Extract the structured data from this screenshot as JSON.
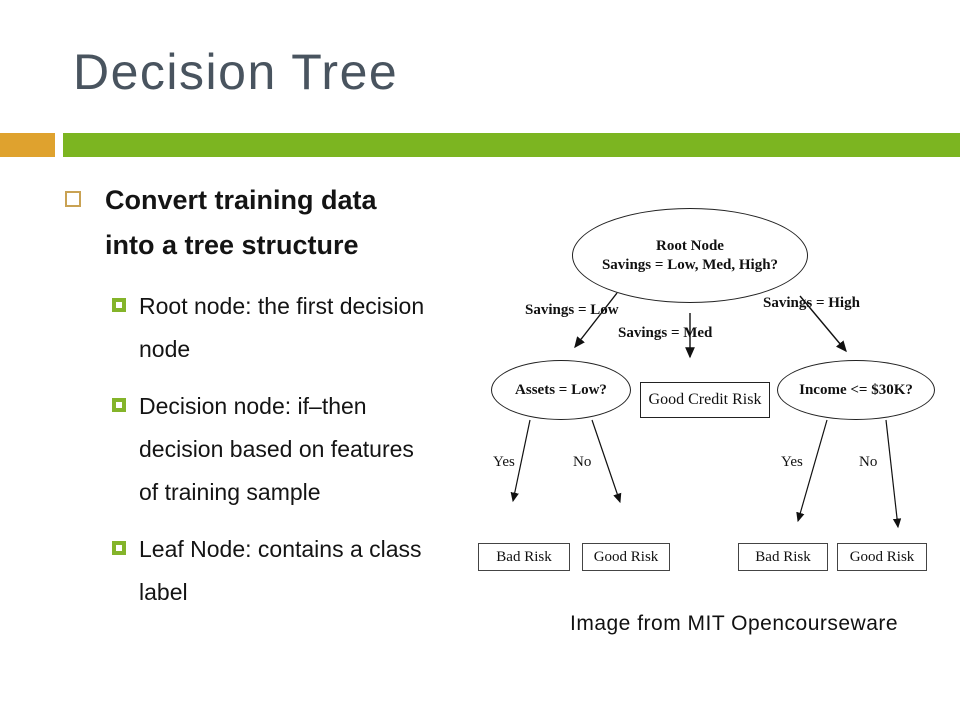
{
  "slide": {
    "title": "Decision Tree",
    "caption": "Image from MIT Opencourseware",
    "colors": {
      "title_text": "#49545F",
      "accent_orange": "#DFA22E",
      "accent_green": "#7CB521",
      "main_bullet_marker": "#C9A253",
      "sub_bullet_marker": "#84B42A",
      "body_text": "#141414"
    }
  },
  "bullets": {
    "main": {
      "lines": [
        "Convert training data",
        "into a tree structure"
      ]
    },
    "subs": [
      {
        "lines": [
          "Root node: the first decision",
          "node"
        ]
      },
      {
        "lines": [
          "Decision node: if–then",
          "decision based on features",
          "of training sample"
        ]
      },
      {
        "lines": [
          "Leaf Node: contains a class",
          "label"
        ]
      }
    ]
  },
  "diagram": {
    "root_node": {
      "title": "Root Node",
      "question": "Savings = Low, Med, High?"
    },
    "branch_labels": {
      "left": "Savings = Low",
      "middle": "Savings = Med",
      "right": "Savings = High"
    },
    "decision_nodes": {
      "left": "Assets = Low?",
      "middle": "Good Credit Risk",
      "right": "Income <= $30K?"
    },
    "branch_yes_no": {
      "left_yes": "Yes",
      "left_no": "No",
      "right_yes": "Yes",
      "right_no": "No"
    },
    "leaf_nodes": [
      "Bad Risk",
      "Good Risk",
      "Bad Risk",
      "Good Risk"
    ]
  }
}
